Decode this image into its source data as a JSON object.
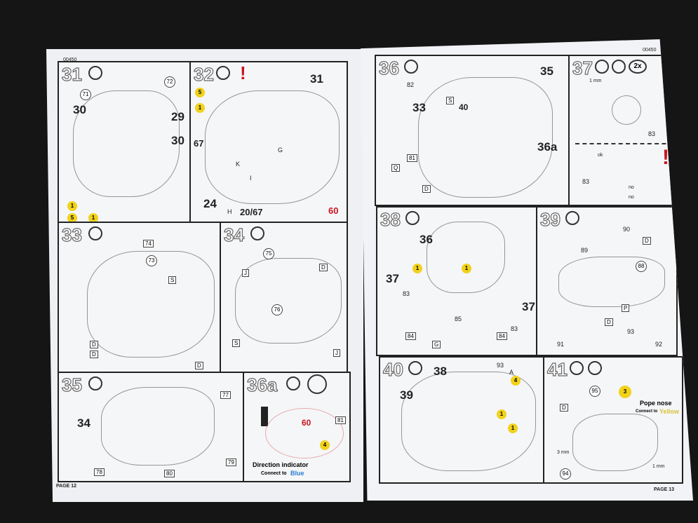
{
  "left_page": {
    "code": "00450",
    "page": "PAGE 12",
    "step31": {
      "num": "31",
      "labels": [
        "71",
        "72",
        "30",
        "29",
        "30"
      ],
      "yellow": [
        "1",
        "5",
        "1"
      ]
    },
    "step32": {
      "num": "32",
      "labels": [
        "31",
        "67",
        "G",
        "K",
        "I",
        "H",
        "20/67",
        "24"
      ],
      "red": "60",
      "yellow": [
        "5",
        "1"
      ]
    },
    "step33": {
      "num": "33",
      "labels": [
        "74",
        "73",
        "S",
        "D",
        "D",
        "D"
      ]
    },
    "step34": {
      "num": "34",
      "labels": [
        "75",
        "J",
        "D",
        "76",
        "S",
        "J"
      ]
    },
    "step35": {
      "num": "35",
      "labels": [
        "77",
        "34",
        "78",
        "80",
        "79"
      ]
    },
    "step36a": {
      "num": "36a",
      "labels": [
        "81"
      ],
      "red": "60",
      "yellow": "4",
      "caption": "Direction indicator",
      "connect": "Connect to",
      "color_word": "Blue"
    }
  },
  "right_page": {
    "code": "00450",
    "page": "PAGE 13",
    "step36": {
      "num": "36",
      "labels": [
        "82",
        "35",
        "33",
        "40",
        "81",
        "36a",
        "Q",
        "D",
        "S"
      ]
    },
    "step37": {
      "num": "37",
      "labels": [
        "1 mm",
        "2x",
        "83",
        "ok",
        "no",
        "no",
        "83"
      ],
      "exclaim": "!"
    },
    "step38": {
      "num": "38",
      "labels": [
        "36",
        "37",
        "37",
        "83",
        "85",
        "84",
        "84",
        "G",
        "83"
      ],
      "yellow": [
        "1",
        "1"
      ]
    },
    "step39": {
      "num": "39",
      "labels": [
        "90",
        "89",
        "88",
        "D",
        "D",
        "P",
        "93",
        "91",
        "92"
      ]
    },
    "step40": {
      "num": "40",
      "labels": [
        "38",
        "39",
        "93",
        "A"
      ],
      "yellow": [
        "4",
        "1",
        "1"
      ]
    },
    "step41": {
      "num": "41",
      "labels": [
        "95",
        "D",
        "3 mm",
        "1 mm",
        "94"
      ],
      "yellow": "3",
      "caption": "Pope nose",
      "connect": "Connect to",
      "color_word": "Yellow"
    }
  }
}
